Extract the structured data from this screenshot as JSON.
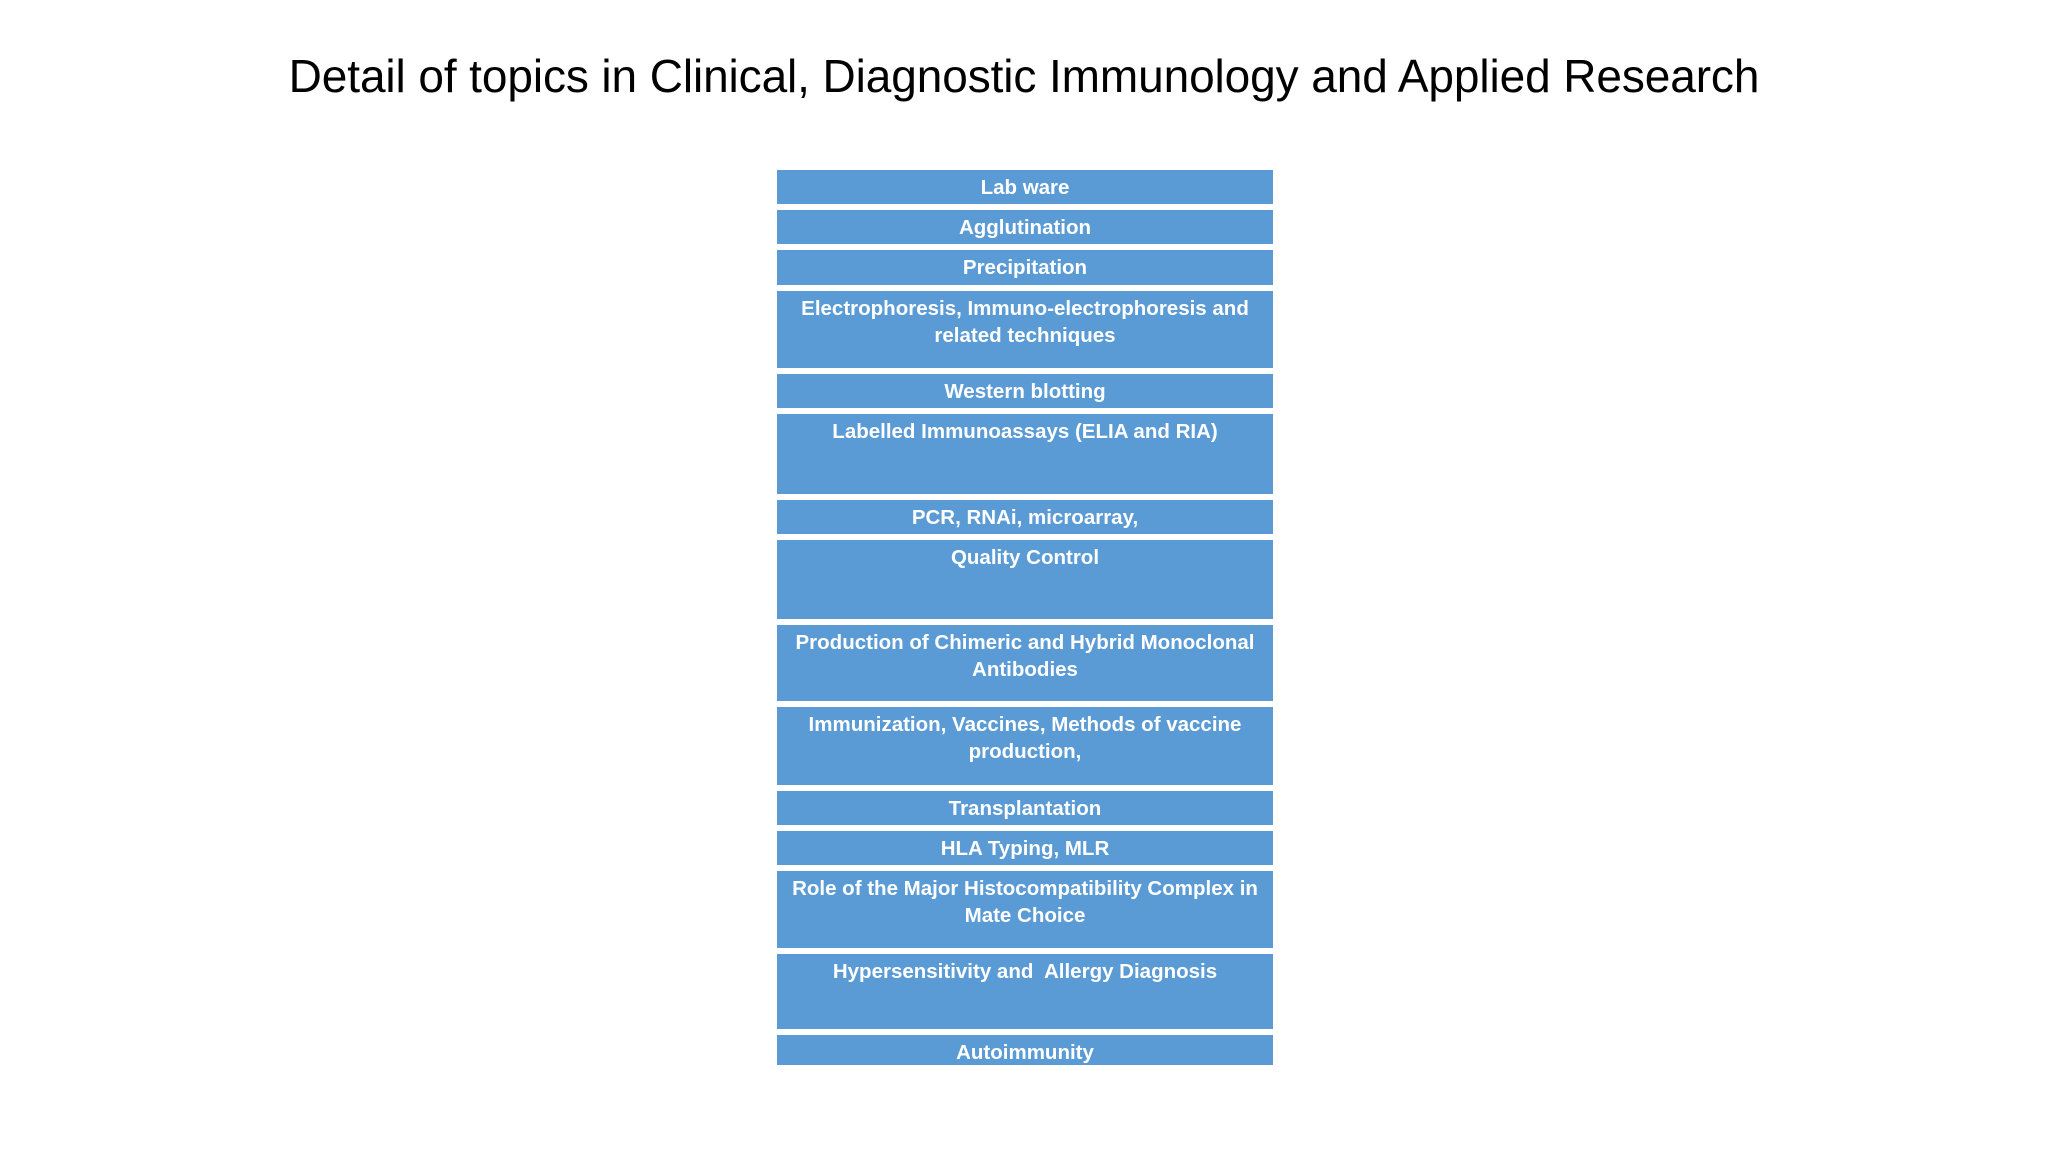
{
  "slide": {
    "background_color": "#FFFFFF",
    "title": "Detail of topics in Clinical, Diagnostic Immunology and Applied Research",
    "accent_color": "#5B9BD5",
    "text_color": "#FFFFFF"
  },
  "topic_table": {
    "row_count": 15,
    "rows": [
      {
        "label": "Lab ware"
      },
      {
        "label": "Agglutination"
      },
      {
        "label": "Precipitation"
      },
      {
        "label": "Electrophoresis, Immuno-electrophoresis and related techniques"
      },
      {
        "label": "Western blotting"
      },
      {
        "label": "Labelled Immunoassays (ELIA and RIA)"
      },
      {
        "label": "PCR, RNAi, microarray,"
      },
      {
        "label": "Quality Control"
      },
      {
        "label": "Production of Chimeric and Hybrid Monoclonal Antibodies"
      },
      {
        "label": "Immunization, Vaccines, Methods of vaccine production,"
      },
      {
        "label": "Transplantation"
      },
      {
        "label": "HLA Typing, MLR"
      },
      {
        "label": "Role of the Major Histocompatibility Complex in Mate Choice"
      },
      {
        "label": "Hypersensitivity and  Allergy Diagnosis"
      },
      {
        "label": "Autoimmunity"
      }
    ]
  }
}
